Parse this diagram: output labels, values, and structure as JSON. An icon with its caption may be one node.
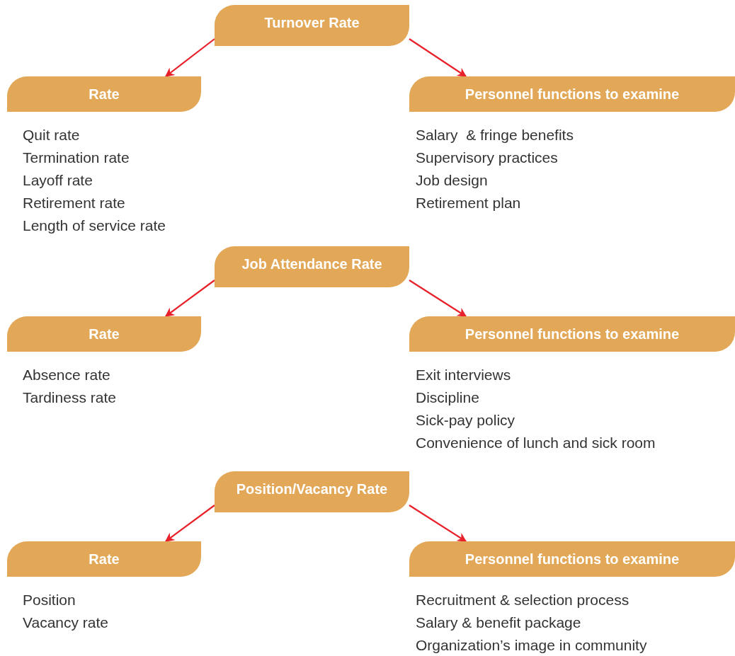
{
  "diagram": {
    "nodes": [
      {
        "text": [
          "Turnover Rate"
        ]
      },
      {
        "text": [
          "Rate"
        ],
        "beside": [
          "Quit rate",
          "Termination rate",
          "Layoff rate",
          "Retirement rate",
          "Length of service rate"
        ]
      },
      {
        "text": [
          "Personnel functions to examine"
        ],
        "beside": [
          "Salary  & fringe benefits",
          "Supervisory practices",
          "Job design",
          "Retirement plan"
        ]
      },
      {
        "text": [
          "Job Attendance Rate"
        ]
      },
      {
        "text": [
          "Rate"
        ],
        "beside": [
          "Absence rate",
          "Tardiness rate"
        ]
      },
      {
        "text": [
          "Personnel functions to examine"
        ],
        "beside": [
          "Exit interviews",
          "Discipline",
          "Sick-pay policy",
          "Convenience of lunch and sick room"
        ]
      },
      {
        "text": [
          "Position/Vacancy Rate"
        ]
      },
      {
        "text": [
          "Rate"
        ],
        "beside": [
          "Position",
          "Vacancy rate"
        ]
      },
      {
        "text": [
          "Personnel functions to examine"
        ],
        "beside": [
          "Recruitment & selection process",
          "Salary & benefit package",
          "Organization’s image in community"
        ]
      }
    ],
    "edges": [
      {
        "from": 0,
        "to": 1,
        "arrow": "to",
        "color": "#e8202a"
      },
      {
        "from": 0,
        "to": 2,
        "arrow": "to",
        "color": "#e8202a"
      },
      {
        "from": 3,
        "to": 4,
        "arrow": "to",
        "color": "#e8202a"
      },
      {
        "from": 3,
        "to": 5,
        "arrow": "to",
        "color": "#e8202a"
      },
      {
        "from": 6,
        "to": 7,
        "arrow": "to",
        "color": "#e8202a"
      },
      {
        "from": 6,
        "to": 8,
        "arrow": "to",
        "color": "#e8202a"
      }
    ]
  }
}
